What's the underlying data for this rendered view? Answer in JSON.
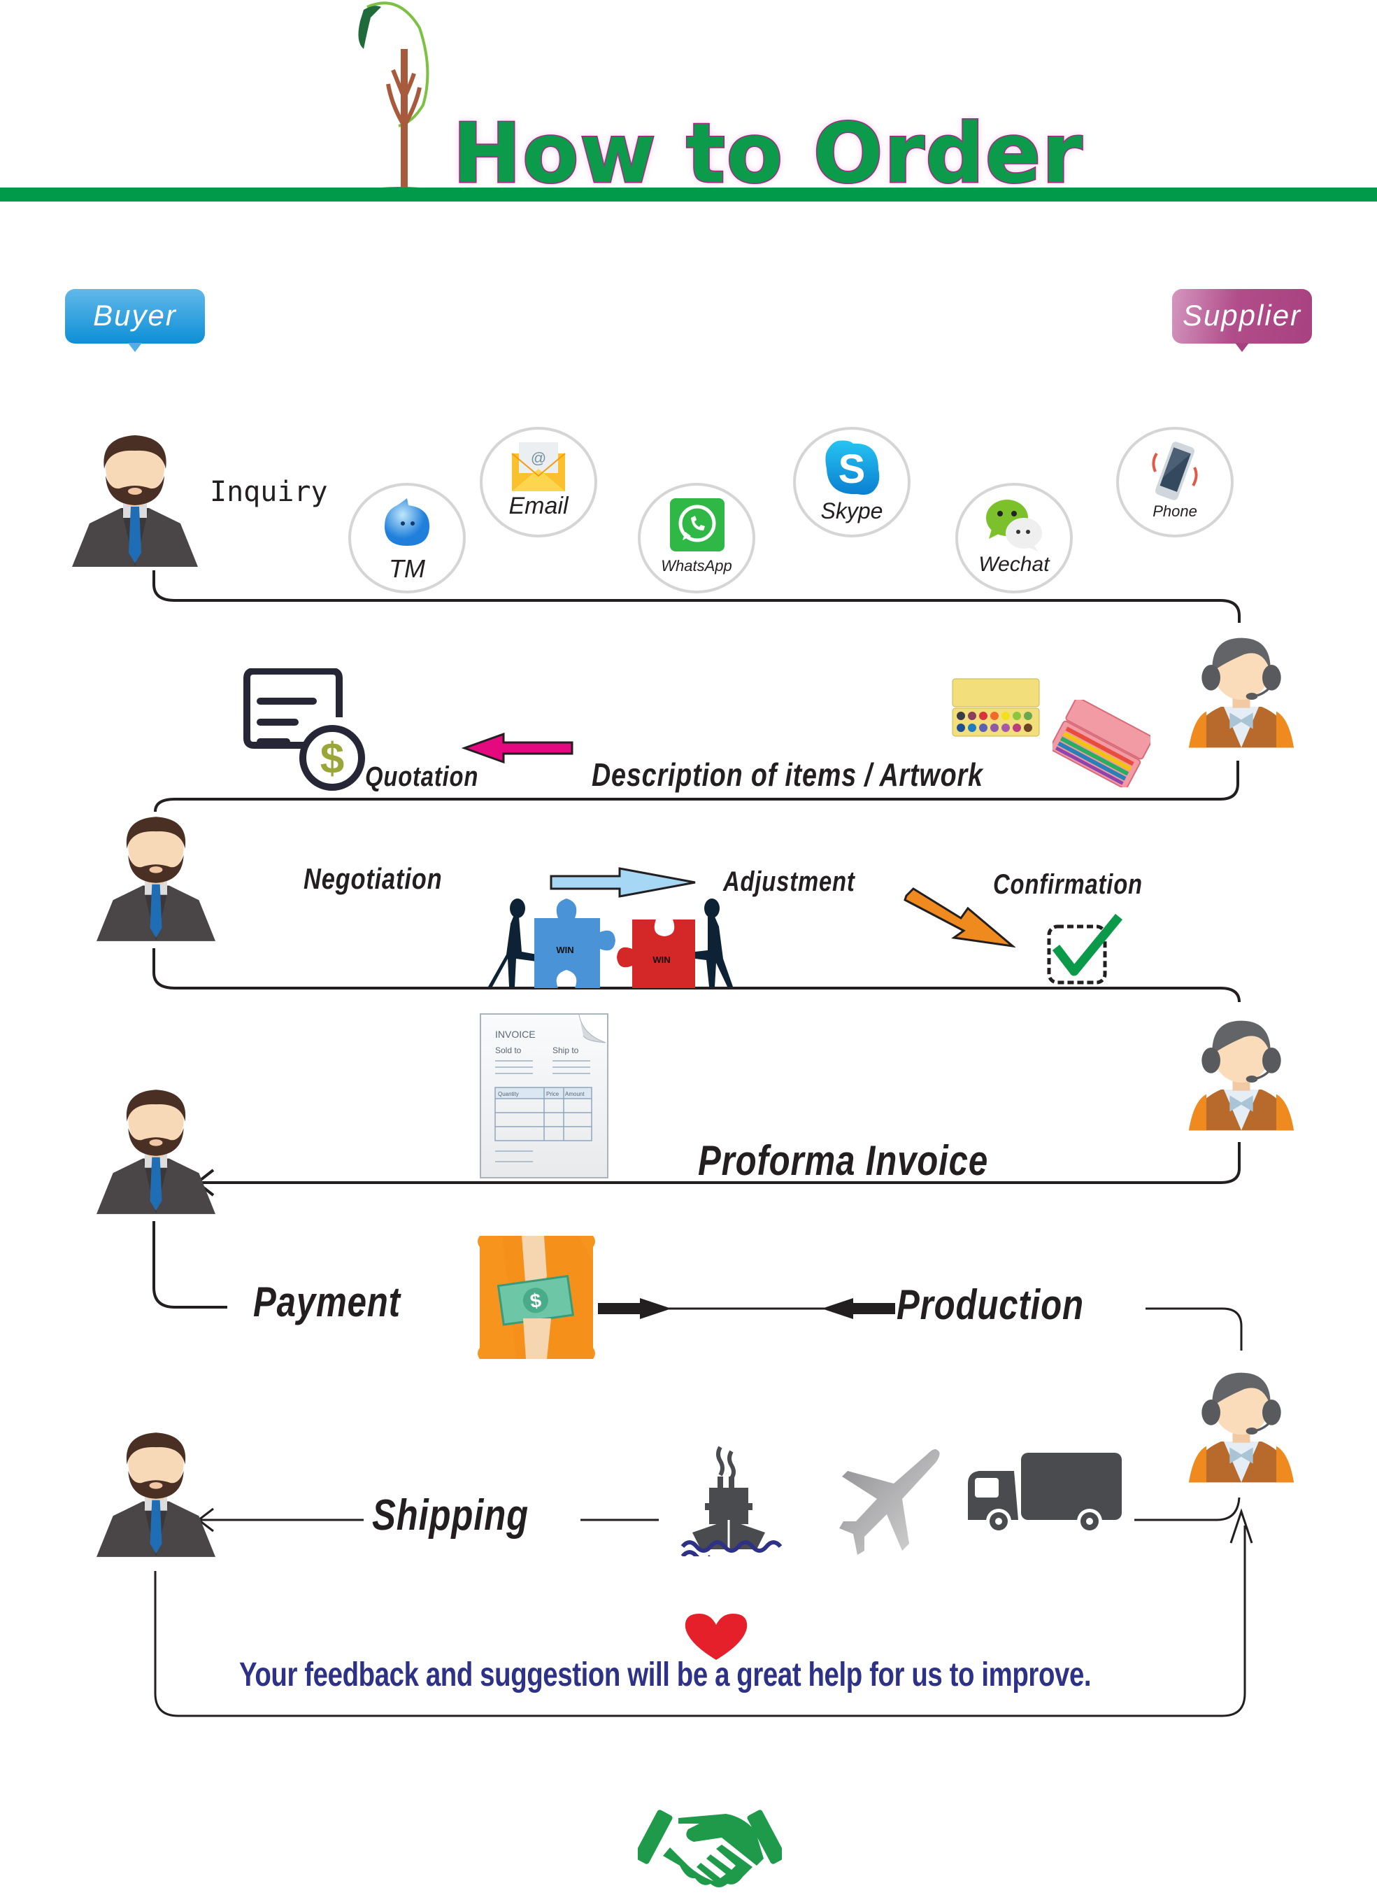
{
  "header": {
    "title": "How to Order",
    "accent_color": "#009a4a",
    "title_outline_color": "#a0217a"
  },
  "roles": {
    "buyer": {
      "label": "Buyer",
      "color": "#0d8fd6"
    },
    "supplier": {
      "label": "Supplier",
      "color": "#b14d8a"
    }
  },
  "steps": {
    "inquiry": {
      "label": "Inquiry",
      "channels": [
        {
          "label": "TM",
          "icon": "tm-chat-icon"
        },
        {
          "label": "Email",
          "icon": "email-icon"
        },
        {
          "label": "WhatsApp",
          "icon": "whatsapp-icon"
        },
        {
          "label": "Skype",
          "icon": "skype-icon"
        },
        {
          "label": "Wechat",
          "icon": "wechat-icon"
        },
        {
          "label": "Phone",
          "icon": "phone-icon"
        }
      ]
    },
    "quotation": {
      "label": "Quotation"
    },
    "description": {
      "label": "Description of items / Artwork"
    },
    "negotiation": {
      "label": "Negotiation"
    },
    "adjustment": {
      "label": "Adjustment",
      "puzzle_left": "WIN",
      "puzzle_right": "WIN"
    },
    "confirmation": {
      "label": "Confirmation"
    },
    "proforma_invoice": {
      "label": "Proforma Invoice",
      "document": {
        "title": "INVOICE",
        "sold_to": "Sold to",
        "ship_to": "Ship to",
        "columns": [
          "Quantity",
          "Price",
          "Amount"
        ]
      }
    },
    "payment": {
      "label": "Payment"
    },
    "production": {
      "label": "Production"
    },
    "shipping": {
      "label": "Shipping",
      "modes": [
        "ship",
        "airplane",
        "truck"
      ]
    }
  },
  "footer": {
    "feedback": "Your feedback and suggestion will be a great help for us to improve.",
    "feedback_color": "#2e3287",
    "heart_color": "#e5202a",
    "handshake_color": "#1e9a4a"
  }
}
